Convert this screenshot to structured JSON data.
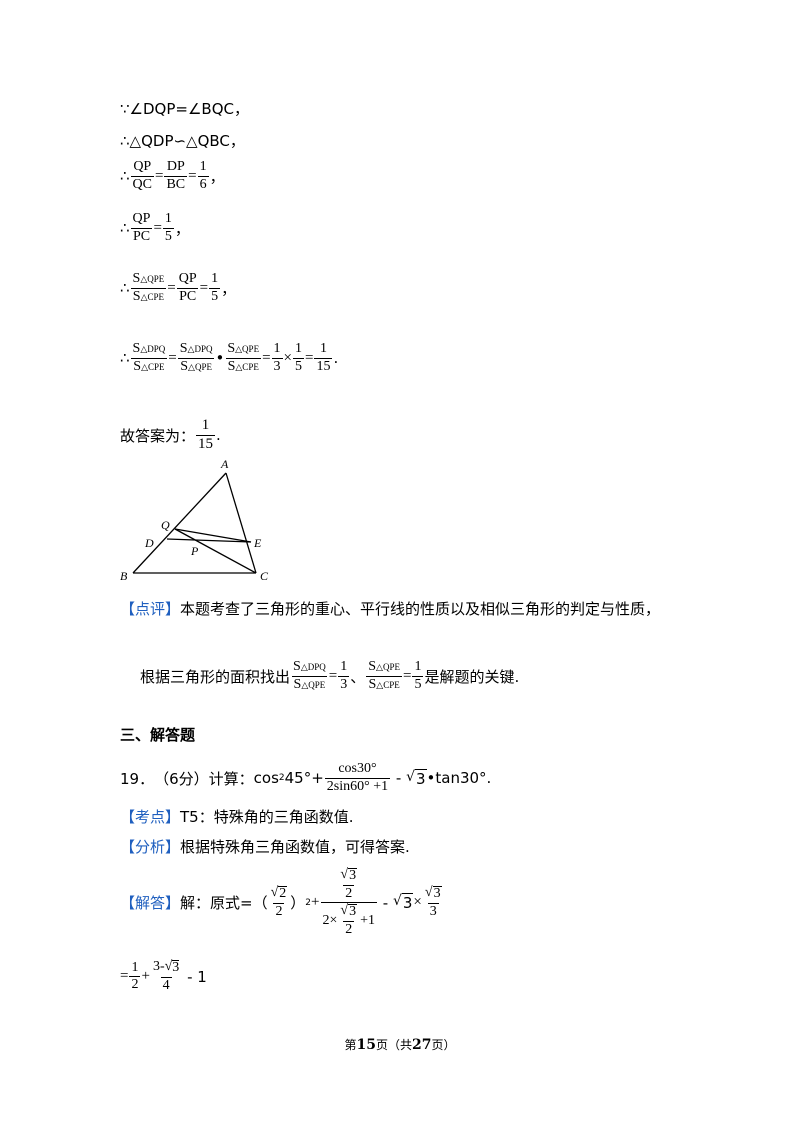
{
  "lines": {
    "l1": {
      "prefix": "∵",
      "text": "∠DQP=∠BQC，"
    },
    "l2": {
      "prefix": "∴",
      "text": "△QDP∽△QBC，"
    },
    "l3": {
      "prefix": "∴",
      "f1n": "QP",
      "f1d": "QC",
      "eq1": "=",
      "f2n": "DP",
      "f2d": "BC",
      "eq2": "=",
      "f3n": "1",
      "f3d": "6",
      "tail": "，"
    },
    "l4": {
      "prefix": "∴",
      "f1n": "QP",
      "f1d": "PC",
      "eq1": "=",
      "f2n": "1",
      "f2d": "5",
      "tail": "，"
    },
    "l5": {
      "prefix": "∴",
      "f1n_s": "S",
      "f1n_sub": "△QPE",
      "f1d_s": "S",
      "f1d_sub": "△CPE",
      "eq1": "=",
      "f2n": "QP",
      "f2d": "PC",
      "eq2": "=",
      "f3n": "1",
      "f3d": "5",
      "tail": "，"
    },
    "l6": {
      "prefix": "∴",
      "a_n": "S",
      "a_nsub": "△DPQ",
      "a_d": "S",
      "a_dsub": "△CPE",
      "eq1": "=",
      "b_n": "S",
      "b_nsub": "△DPQ",
      "b_d": "S",
      "b_dsub": "△QPE",
      "dot": "•",
      "c_n": "S",
      "c_nsub": "△QPE",
      "c_d": "S",
      "c_dsub": "△CPE",
      "eq2": "=",
      "d_n": "1",
      "d_d": "3",
      "times": "×",
      "e_n": "1",
      "e_d": "5",
      "eq3": "=",
      "f_n": "1",
      "f_d": "15",
      "tail": "."
    },
    "answer": {
      "label": "故答案为：",
      "n": "1",
      "d": "15",
      "tail": "."
    }
  },
  "figure": {
    "labels": {
      "A": "A",
      "Q": "Q",
      "D": "D",
      "E": "E",
      "P": "P",
      "B": "B",
      "C": "C"
    }
  },
  "comment": {
    "tag": "【点评】",
    "text": "本题考查了三角形的重心、平行线的性质以及相似三角形的判定与性质，",
    "text2a": "根据三角形的面积找出",
    "f1n_s": "S",
    "f1n_sub": "△DPQ",
    "f1d_s": "S",
    "f1d_sub": "△QPE",
    "eq1": "=",
    "v1n": "1",
    "v1d": "3",
    "sep": "、",
    "f2n_s": "S",
    "f2n_sub": "△QPE",
    "f2d_s": "S",
    "f2d_sub": "△CPE",
    "eq2": "=",
    "v2n": "1",
    "v2d": "5",
    "text2b": "是解题的关键."
  },
  "section": {
    "title": "三、解答题"
  },
  "q19": {
    "num": "19．",
    "score": "（6分）计算：",
    "expr_a": "cos",
    "expr_sup": "2",
    "expr_b": "45°+",
    "fn": "cos30°",
    "fd": "2sin60° +1",
    "expr_c": " - ",
    "sqrt_arg": "3",
    "expr_d": "•tan30°."
  },
  "kaodian": {
    "tag": "【考点】",
    "text": "T5：特殊角的三角函数值."
  },
  "fenxi": {
    "tag": "【分析】",
    "text": "根据特殊角三角函数值，可得答案."
  },
  "jieda": {
    "tag": "【解答】",
    "text": "解：原式=（",
    "r1": "2",
    "d1": "2",
    "close": "）",
    "sup": "2",
    "plus": "+",
    "nn_r": "3",
    "nn_d": "2",
    "den_a": "2×",
    "den_r": "3",
    "den_d": "2",
    "den_b": "+1",
    "minus": " - ",
    "t_r": "3",
    "times": "×",
    "t_nr": "3",
    "t_d": "3"
  },
  "line2": {
    "eq": "=",
    "a_n": "1",
    "a_d": "2",
    "plus": "+",
    "b_n_pre": "3-",
    "b_n_r": "3",
    "b_d": "4",
    "tail": " - 1"
  },
  "footer": {
    "a": "第",
    "page": "15",
    "b": "页（共",
    "total": "27",
    "c": "页）"
  }
}
